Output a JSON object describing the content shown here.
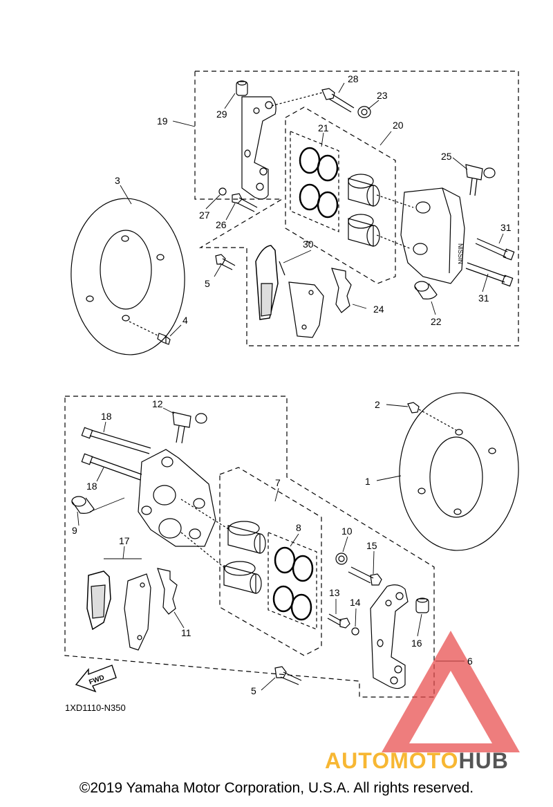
{
  "diagram": {
    "code": "1XD1110-N350",
    "fwd_label": "FWD",
    "copyright": "©2019 Yamaha Motor Corporation, U.S.A. All rights reserved.",
    "callouts": [
      "1",
      "2",
      "3",
      "4",
      "5",
      "5",
      "6",
      "7",
      "8",
      "9",
      "10",
      "11",
      "12",
      "13",
      "14",
      "15",
      "16",
      "17",
      "18",
      "18",
      "19",
      "20",
      "21",
      "22",
      "23",
      "24",
      "25",
      "26",
      "27",
      "28",
      "29",
      "30",
      "31",
      "31"
    ]
  },
  "watermark": {
    "part1": "AUTO",
    "part2": "MOTO",
    "part3": "HUB",
    "colors": {
      "triangle": "#e84c4c",
      "primary": "#f7b733",
      "secondary": "#555555"
    }
  }
}
